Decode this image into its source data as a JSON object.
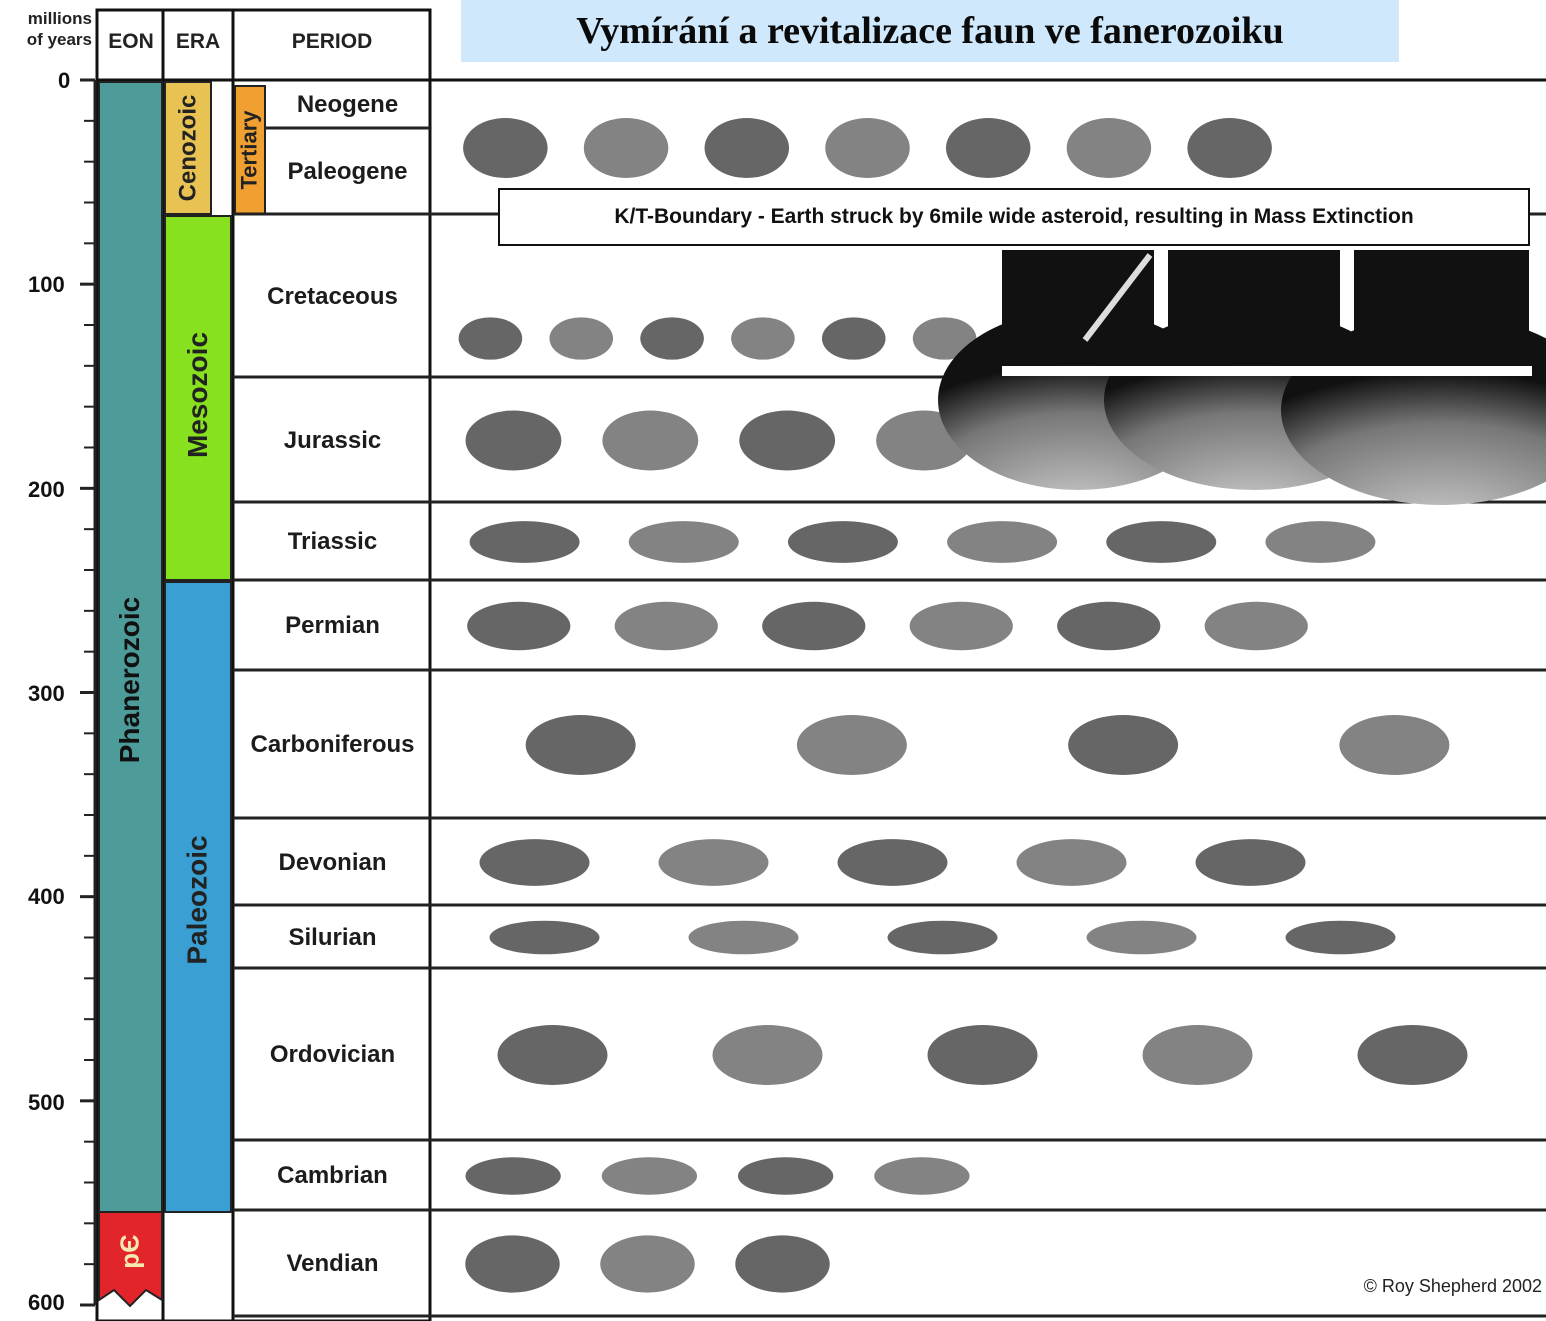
{
  "title": "Vymírání a revitalizace faun ve fanerozoiku",
  "headers": {
    "time": "millions\nof years",
    "eon": "EON",
    "era": "ERA",
    "period": "PERIOD"
  },
  "axis": {
    "ticks": [
      "0",
      "100",
      "200",
      "300",
      "400",
      "500",
      "600"
    ]
  },
  "eons": [
    {
      "label": "Phanerozoic",
      "color": "#4e9c9a"
    },
    {
      "label": "pЄ",
      "color": "#e2252b"
    }
  ],
  "eras": [
    {
      "label": "Cenozoic",
      "color": "#e8c253"
    },
    {
      "label": "Mesozoic",
      "color": "#88e11f"
    },
    {
      "label": "Paleozoic",
      "color": "#3aa0d3"
    }
  ],
  "subera": {
    "label": "Tertiary",
    "color": "#f0a030"
  },
  "periods": [
    "Neogene",
    "Paleogene",
    "Cretaceous",
    "Jurassic",
    "Triassic",
    "Permian",
    "Carboniferous",
    "Devonian",
    "Silurian",
    "Ordovician",
    "Cambrian",
    "Vendian"
  ],
  "kt_boundary": "K/T-Boundary - Earth struck by 6mile wide asteroid, resulting in Mass Extinction",
  "copyright": "© Roy Shepherd 2002",
  "fauna_icons": [
    [
      "bird-icon",
      "mammoth-icon",
      "rhino-icon",
      "flower-icon",
      "duck-icon",
      "monkey-icon",
      "shark-icon"
    ],
    [
      "mosasaur-icon",
      "dinosaur-icon",
      "fossil-icon",
      "shell-icon",
      "pterosaur-icon",
      "asteroid-icon"
    ],
    [
      "ammonite-icon",
      "plesiosaur-icon",
      "sauropod-icon",
      "trex-icon",
      "stegosaurus-icon",
      "fish-icon",
      "ichthyosaur-icon",
      "shell-icon"
    ],
    [
      "ammonite-icon",
      "crinoid-icon",
      "mammal-icon",
      "reptile-icon",
      "dinosaur-icon",
      "pterosaur-icon"
    ],
    [
      "dimetrodon-icon",
      "trilobite-icon",
      "fern-icon",
      "brachiopod-icon",
      "amphibian-icon",
      "reptile-icon"
    ],
    [
      "amphibian-icon",
      "dragonfly-icon",
      "tree-icon",
      "fern-icon"
    ],
    [
      "fish-icon",
      "coelacanth-icon",
      "shell-icon",
      "ammonite-icon",
      "brachiopod-icon"
    ],
    [
      "fish-icon",
      "scorpion-icon",
      "trilobite-icon",
      "shell-icon",
      "coral-icon"
    ],
    [
      "coral-icon",
      "nautiloid-icon",
      "crinoid-icon",
      "brachiopod-icon",
      "shell-icon"
    ],
    [
      "trilobite-icon",
      "worm-icon",
      "anomalocaris-icon",
      "sponge-icon"
    ],
    [
      "worm-icon",
      "jellyfish-icon",
      "frond-icon"
    ]
  ]
}
